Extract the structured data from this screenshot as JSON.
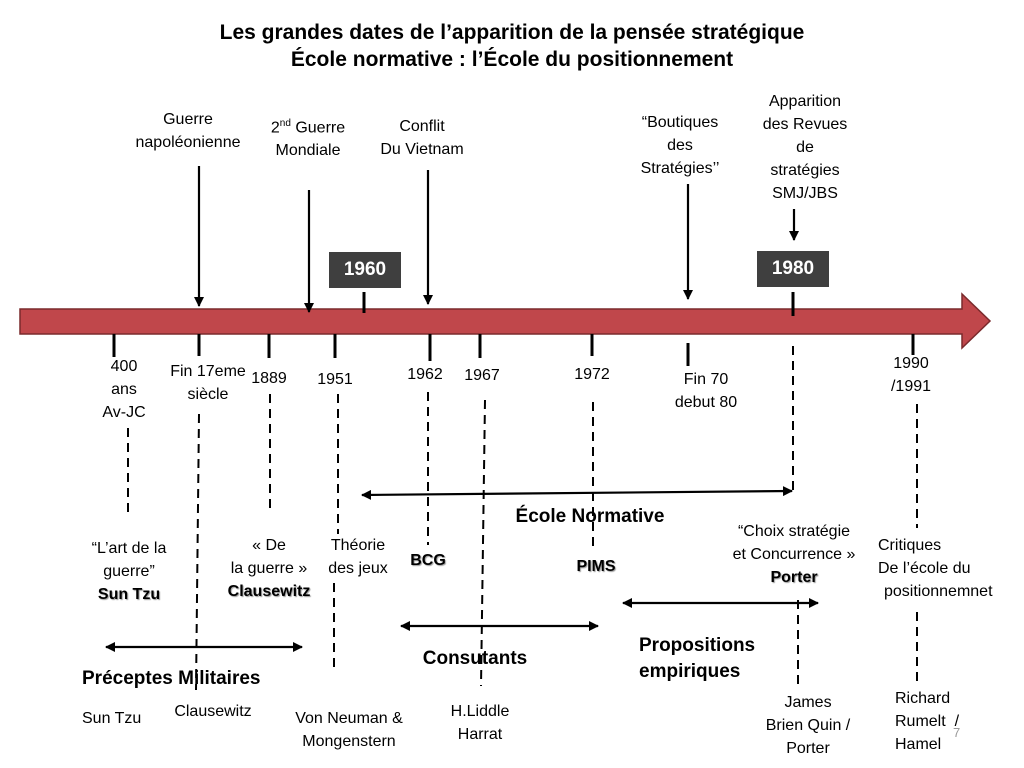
{
  "title": {
    "line1": "Les grandes dates de l’apparition de la pensée stratégique",
    "line2": "École normative : l’École du positionnement"
  },
  "timeline": {
    "color": "#c0474b",
    "year_box_color": "#3f3f3f",
    "year_boxes": [
      "1960",
      "1980"
    ]
  },
  "events_above": {
    "napoleon": [
      "Guerre",
      "napoléonienne"
    ],
    "ww2": {
      "prefix": "2",
      "sup": "nd",
      "rest": " Guerre",
      "line2": "Mondiale"
    },
    "vietnam": [
      "Conflit",
      "Du Vietnam"
    ],
    "boutiques": [
      "“Boutiques",
      "des",
      "Stratégies’’"
    ],
    "revues": [
      "Apparition",
      "des Revues",
      "de",
      "stratégies",
      "SMJ/JBS"
    ]
  },
  "dates_below": {
    "jc": [
      "400",
      "ans",
      "Av-JC"
    ],
    "fin17": [
      "Fin 17eme",
      "siècle"
    ],
    "d1889": "1889",
    "d1951": "1951",
    "d1962": "1962",
    "d1967": "1967",
    "d1972": "1972",
    "fin70": [
      "Fin 70",
      "debut 80"
    ],
    "d1990": [
      "1990",
      "/1991"
    ]
  },
  "works": {
    "sun_tzu": {
      "line1": "“L’art de la",
      "line2": "guerre”",
      "author": "Sun Tzu"
    },
    "clausewitz": {
      "line1": "« De",
      "line2": "la guerre »",
      "author": "Clausewitz"
    },
    "jeux": [
      "Théorie",
      "des jeux"
    ],
    "bcg": "BCG",
    "pims": "PIMS",
    "porter": {
      "line1": "“Choix stratégie",
      "line2": "et Concurrence »",
      "author": "Porter"
    },
    "critiques": [
      "Critiques",
      "De l’école du",
      "positionnemnet"
    ]
  },
  "groups": {
    "normative": "École Normative",
    "militaires": "Préceptes Militaires",
    "consultants": "Consutants",
    "empiriques": [
      "Propositions",
      "empiriques"
    ]
  },
  "people": {
    "sun_tzu": "Sun Tzu",
    "clausewitz": "Clausewitz",
    "neuman": [
      "Von Neuman &",
      "Mongenstern"
    ],
    "liddle": [
      "H.Liddle",
      "Harrat"
    ],
    "quin": [
      "James",
      "Brien Quin /",
      "Porter"
    ],
    "rumelt": [
      "Richard",
      "Rumelt  /",
      "Hamel"
    ]
  },
  "page_number": "7"
}
